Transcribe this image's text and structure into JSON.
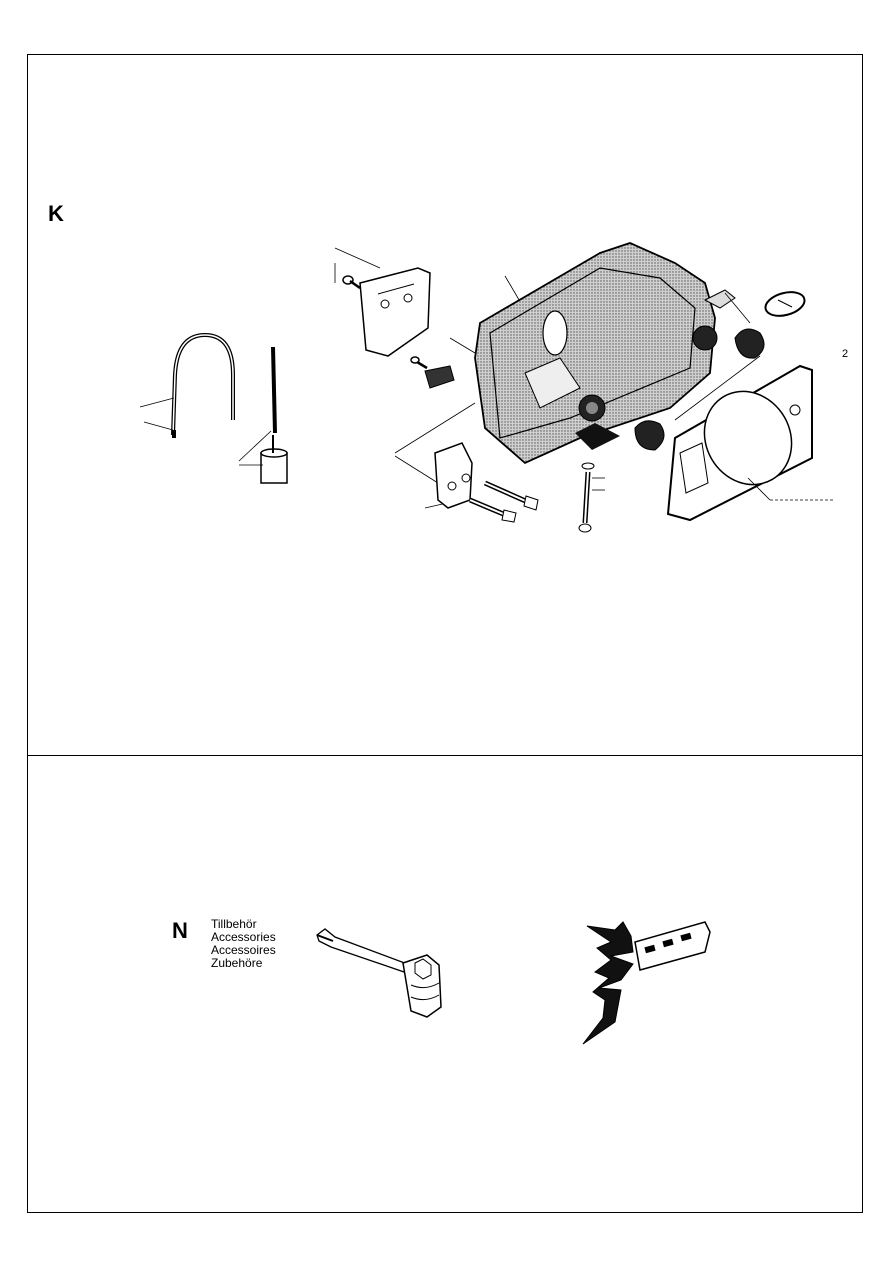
{
  "section_k": {
    "letter": "K"
  },
  "section_n": {
    "letter": "N",
    "accessories": [
      "Tillbehör",
      "Accessories",
      "Accessoires",
      "Zubehöre"
    ]
  },
  "stray_mark": "2"
}
